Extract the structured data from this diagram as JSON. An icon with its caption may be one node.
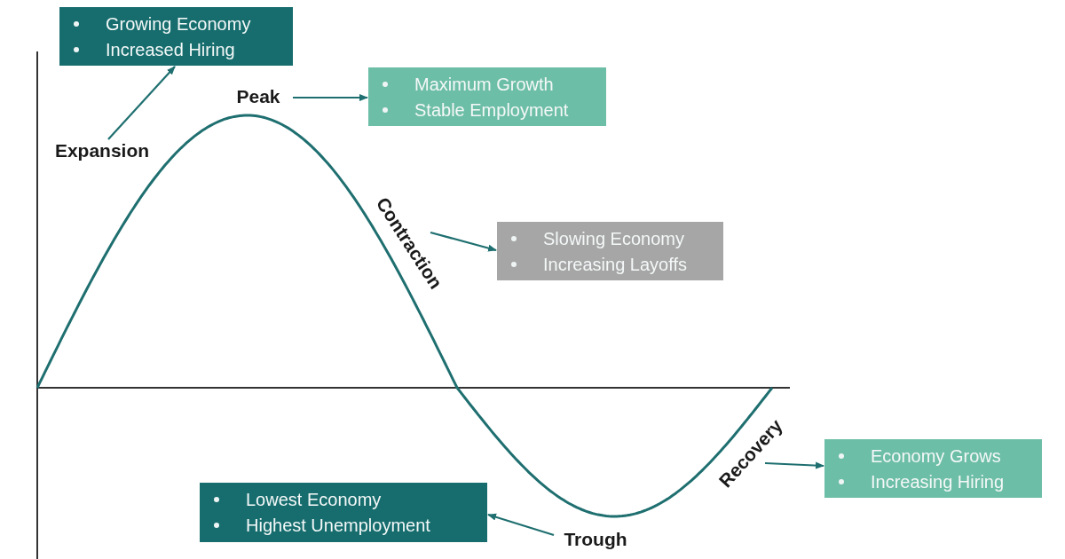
{
  "diagram": {
    "nodes": [
      {
        "text": [
          "Expansion"
        ]
      },
      {
        "text": [
          "Growing Economy",
          "Increased Hiring"
        ]
      },
      {
        "text": [
          "Peak"
        ]
      },
      {
        "text": [
          "Maximum Growth",
          "Stable Employment"
        ]
      },
      {
        "text": [
          "Contraction"
        ]
      },
      {
        "text": [
          "Slowing Economy",
          "Increasing Layoffs"
        ]
      },
      {
        "text": [
          "Trough"
        ]
      },
      {
        "text": [
          "Lowest Economy",
          "Highest Unemployment"
        ]
      },
      {
        "text": [
          "Recovery"
        ]
      },
      {
        "text": [
          "Economy Grows",
          "Increasing Hiring"
        ]
      }
    ],
    "edges": [
      {
        "from": 0,
        "to": 1,
        "arrow": "to"
      },
      {
        "from": 2,
        "to": 3,
        "arrow": "to"
      },
      {
        "from": 4,
        "to": 5,
        "arrow": "to"
      },
      {
        "from": 6,
        "to": 7,
        "arrow": "to"
      },
      {
        "from": 8,
        "to": 9,
        "arrow": "to"
      }
    ]
  }
}
